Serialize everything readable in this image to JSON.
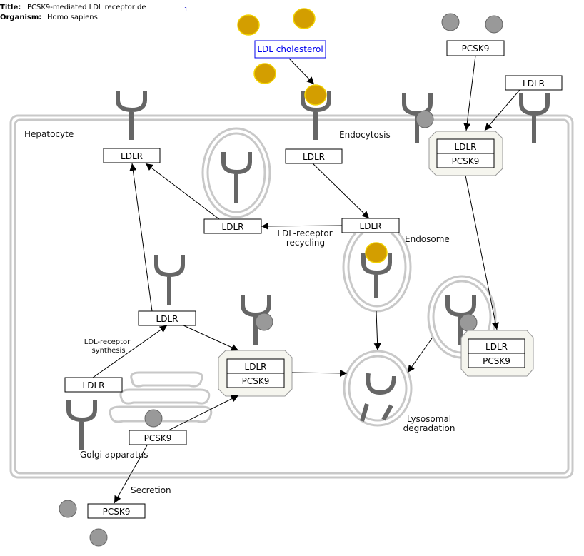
{
  "header": {
    "title_label": "Title:",
    "title_value": "PCSK9-mediated LDL receptor de",
    "organism_label": "Organism:",
    "organism_value": "Homo sapiens",
    "ref_number": "1"
  },
  "labels": {
    "hepatocyte": "Hepatocyte",
    "endocytosis": "Endocytosis",
    "endosome": "Endosome",
    "recycling_line1": "LDL-receptor",
    "recycling_line2": "recycling",
    "synthesis_line1": "LDL-receptor",
    "synthesis_line2": "synthesis",
    "golgi": "Golgi apparatus",
    "secretion": "Secretion",
    "lysosomal_line1": "Lysosomal",
    "lysosomal_line2": "degradation"
  },
  "gene_products": {
    "ldl_cholesterol": "LDL cholesterol",
    "pcsk9_top": "PCSK9",
    "ldlr_top_right": "LDLR",
    "ldlr_upper_left": "LDLR",
    "ldlr_endocytosis": "LDLR",
    "ldlr_recycling": "LDLR",
    "ldlr_endosome": "LDLR",
    "ldlr_mid": "LDLR",
    "ldlr_synthesis": "LDLR",
    "pcsk9_golgi": "PCSK9",
    "pcsk9_secreted": "PCSK9"
  },
  "complexes": {
    "top_right": {
      "ldlr": "LDLR",
      "pcsk9": "PCSK9"
    },
    "middle": {
      "ldlr": "LDLR",
      "pcsk9": "PCSK9"
    },
    "right": {
      "ldlr": "LDLR",
      "pcsk9": "PCSK9"
    }
  },
  "colors": {
    "ldl_particle": "#d39e00",
    "pcsk9_particle": "#999999",
    "receptor": "#666666",
    "membrane": "#c8c8c8",
    "ldl_cholesterol_text": "#0000ee"
  }
}
